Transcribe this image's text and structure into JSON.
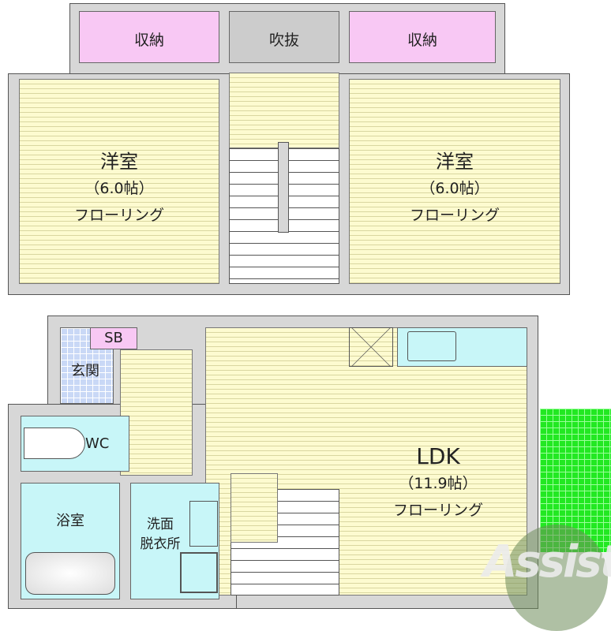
{
  "upper": {
    "closet_left": "収納",
    "void": "吹抜",
    "closet_right": "収納",
    "room_left": {
      "name": "洋室",
      "size": "（6.0帖）",
      "floor": "フローリング"
    },
    "room_right": {
      "name": "洋室",
      "size": "（6.0帖）",
      "floor": "フローリング"
    }
  },
  "lower": {
    "sb": "SB",
    "entrance": "玄関",
    "wc": "WC",
    "bath": "浴室",
    "wash_line1": "洗面",
    "wash_line2": "脱衣所",
    "ldk": {
      "name": "LDK",
      "size": "（11.9帖）",
      "floor": "フローリング"
    }
  },
  "logo": {
    "text": "Assist"
  },
  "colors": {
    "closet": "#f8c8f4",
    "floor": "#fdfbd0",
    "wet": "#c8f6f8",
    "entrance": "#c9d8f6",
    "balcony": "#22e822"
  }
}
